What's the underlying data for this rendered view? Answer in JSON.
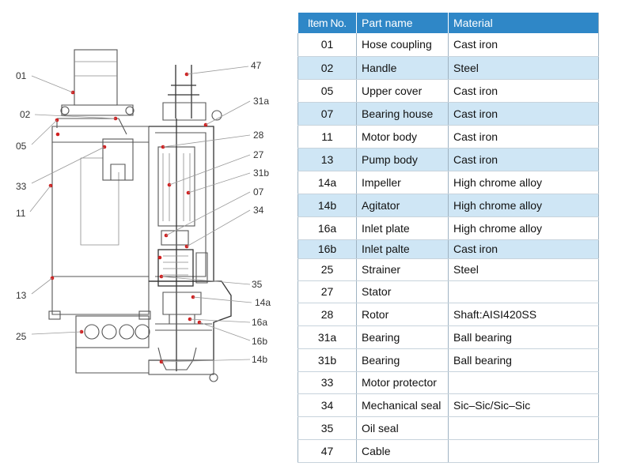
{
  "table": {
    "headers": [
      "Item No.",
      "Part name",
      "Material"
    ],
    "rows": [
      {
        "no": "01",
        "name": "Hose coupling",
        "material": "Cast iron"
      },
      {
        "no": "02",
        "name": "Handle",
        "material": "Steel"
      },
      {
        "no": "05",
        "name": "Upper cover",
        "material": "Cast iron"
      },
      {
        "no": "07",
        "name": "Bearing house",
        "material": "Cast iron"
      },
      {
        "no": "11",
        "name": "Motor body",
        "material": "Cast iron"
      },
      {
        "no": "13",
        "name": "Pump body",
        "material": "Cast iron"
      },
      {
        "no": "14a",
        "name": "Impeller",
        "material": "High chrome alloy"
      },
      {
        "no": "14b",
        "name": "Agitator",
        "material": "High chrome alloy"
      },
      {
        "no": "16a",
        "name": "Inlet plate",
        "material": "High chrome alloy"
      },
      {
        "no": "16b",
        "name": "Inlet palte",
        "material": "Cast iron"
      },
      {
        "no": "25",
        "name": "Strainer",
        "material": "Steel"
      },
      {
        "no": "27",
        "name": "Stator",
        "material": ""
      },
      {
        "no": "28",
        "name": "Rotor",
        "material": "Shaft:AISI420SS"
      },
      {
        "no": "31a",
        "name": "Bearing",
        "material": "Ball bearing"
      },
      {
        "no": "31b",
        "name": "Bearing",
        "material": "Ball bearing"
      },
      {
        "no": "33",
        "name": "Motor protector",
        "material": ""
      },
      {
        "no": "34",
        "name": "Mechanical seal",
        "material": "Sic–Sic/Sic–Sic"
      },
      {
        "no": "35",
        "name": "Oil seal",
        "material": ""
      },
      {
        "no": "47",
        "name": "Cable",
        "material": ""
      }
    ]
  },
  "callouts": {
    "c01": "01",
    "c02": "02",
    "c05": "05",
    "c33": "33",
    "c11": "11",
    "c13": "13",
    "c25": "25",
    "c47": "47",
    "c31a": "31a",
    "c28": "28",
    "c27": "27",
    "c31b": "31b",
    "c07": "07",
    "c34": "34",
    "c35": "35",
    "c14a": "14a",
    "c16a": "16a",
    "c16b": "16b",
    "c14b": "14b"
  },
  "colors": {
    "header": "#2f87c7",
    "stripe": "#cfe6f5",
    "marker": "#d11f1f"
  }
}
